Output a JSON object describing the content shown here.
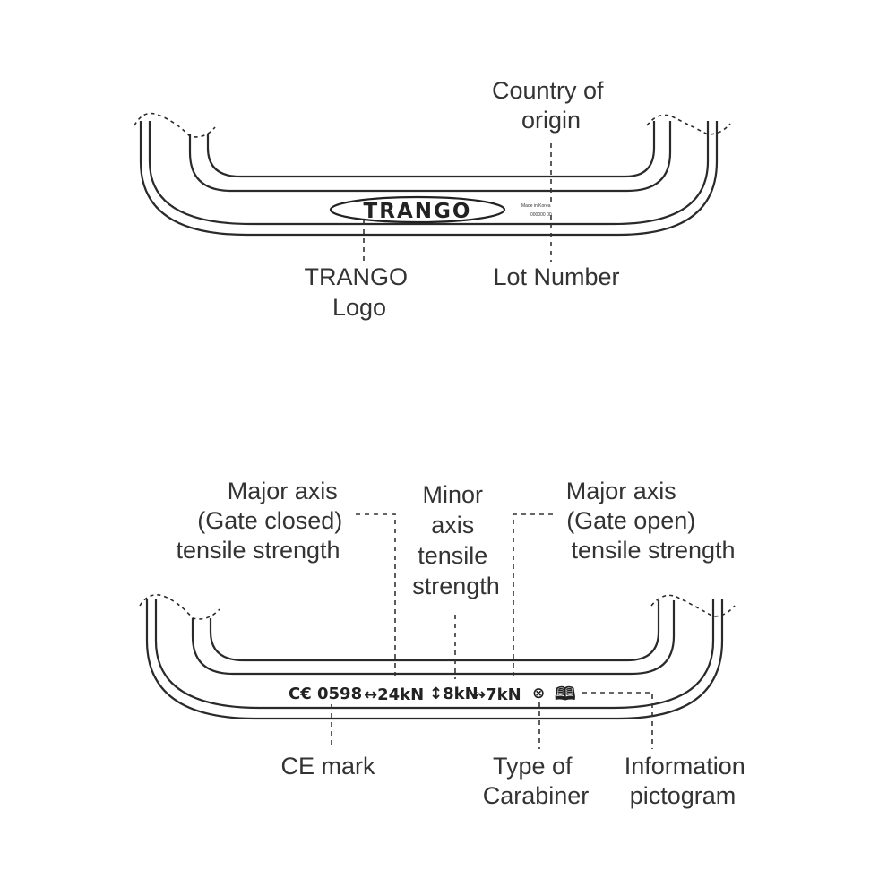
{
  "top_diagram": {
    "logo_text": "TRANGO",
    "made_in": "Made in Korea",
    "lot_code": "000000 00",
    "labels": {
      "country_of_origin": [
        "Country of",
        "origin"
      ],
      "trango_logo": [
        "TRANGO",
        "Logo"
      ],
      "lot_number": [
        "Lot Number"
      ]
    }
  },
  "bottom_diagram": {
    "markings": {
      "ce": "C€ 0598",
      "major_closed": "↔24kN",
      "minor": "↕8kN",
      "major_open": "↭7kN",
      "type_symbol": "⊗",
      "info_symbol": "🕮"
    },
    "labels": {
      "major_closed": [
        "Major axis",
        "(Gate closed)",
        "tensile strength"
      ],
      "minor": [
        "Minor",
        "axis",
        "tensile",
        "strength"
      ],
      "major_open": [
        "Major axis",
        "(Gate open)",
        "tensile strength"
      ],
      "ce_mark": [
        "CE mark"
      ],
      "type": [
        "Type of",
        "Carabiner"
      ],
      "info": [
        "Information",
        "pictogram"
      ]
    }
  }
}
